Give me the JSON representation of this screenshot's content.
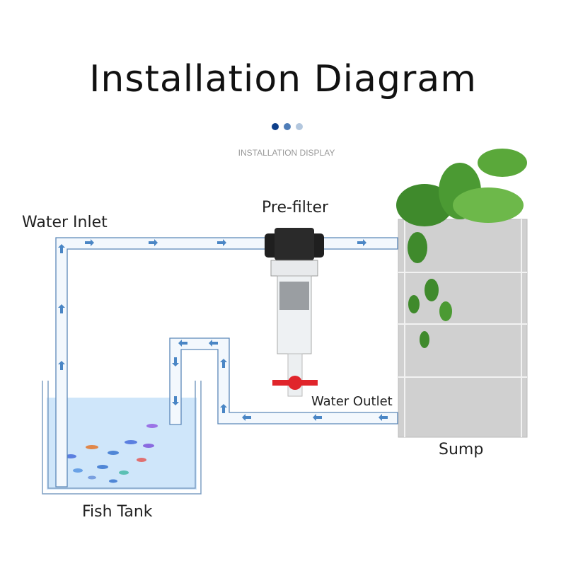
{
  "header": {
    "title": "Installation Diagram",
    "subtitle": "INSTALLATION DISPLAY",
    "dot_colors": [
      "#0d3f8a",
      "#4f7db8",
      "#b3c7de"
    ]
  },
  "labels": {
    "water_inlet": "Water Inlet",
    "pre_filter": "Pre-filter",
    "water_outlet": "Water Outlet",
    "sump": "Sump",
    "fish_tank": "Fish Tank"
  },
  "colors": {
    "pipe": "#5b87b8",
    "arrow": "#4a86c5",
    "water": "#cfe6fa",
    "sump": "#cfcfcf",
    "valve": "#e0252b"
  }
}
